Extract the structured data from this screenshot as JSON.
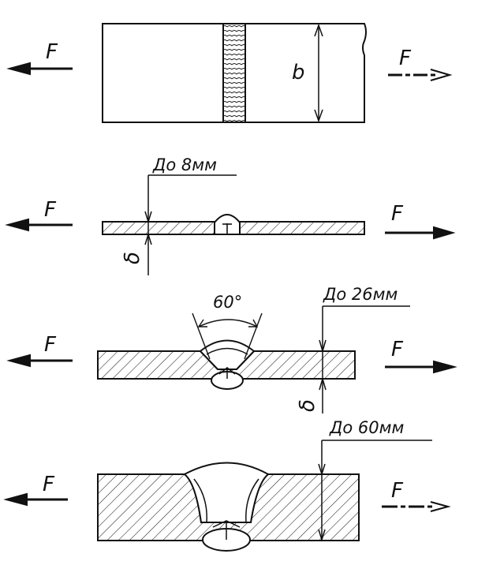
{
  "labels": {
    "force": "F",
    "width": "b",
    "thickness": "δ",
    "thin_limit": "До 8мм",
    "medium_limit": "До 26мм",
    "thick_limit": "До 60мм",
    "groove_angle": "60°"
  }
}
